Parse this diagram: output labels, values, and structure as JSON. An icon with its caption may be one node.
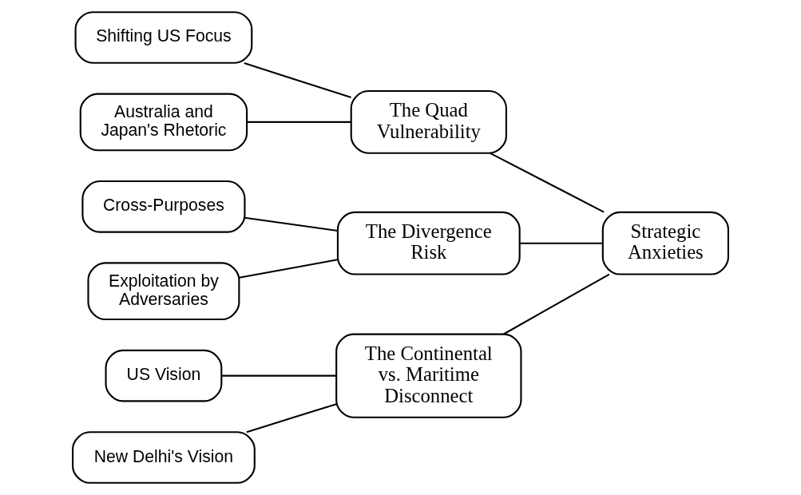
{
  "diagram": {
    "nodes": [
      {
        "text": [
          "Strategic Anxieties"
        ]
      },
      {
        "text": [
          "The Quad Vulnerability"
        ]
      },
      {
        "text": [
          "Shifting US Focus"
        ]
      },
      {
        "text": [
          "Australia and Japan's Rhetoric"
        ]
      },
      {
        "text": [
          "The Divergence Risk"
        ]
      },
      {
        "text": [
          "Cross-Purposes"
        ]
      },
      {
        "text": [
          "Exploitation by Adversaries"
        ]
      },
      {
        "text": [
          "The Continental vs. Maritime Disconnect"
        ]
      },
      {
        "text": [
          "US Vision"
        ]
      },
      {
        "text": [
          "New Delhi's Vision"
        ]
      }
    ],
    "edges": [
      {
        "from": 0,
        "to": 1,
        "arrow": "none"
      },
      {
        "from": 1,
        "to": 2,
        "arrow": "none"
      },
      {
        "from": 1,
        "to": 3,
        "arrow": "none"
      },
      {
        "from": 0,
        "to": 4,
        "arrow": "none"
      },
      {
        "from": 4,
        "to": 5,
        "arrow": "none"
      },
      {
        "from": 4,
        "to": 6,
        "arrow": "none"
      },
      {
        "from": 0,
        "to": 7,
        "arrow": "none"
      },
      {
        "from": 7,
        "to": 8,
        "arrow": "none"
      },
      {
        "from": 7,
        "to": 9,
        "arrow": "none"
      }
    ]
  }
}
